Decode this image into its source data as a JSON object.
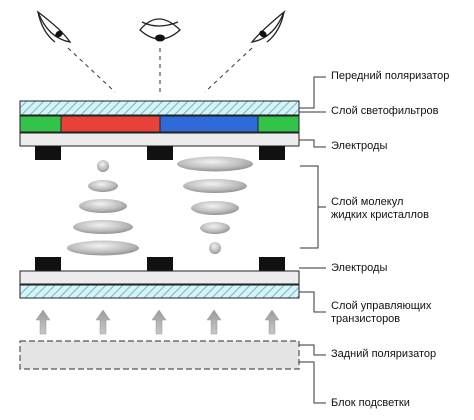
{
  "labels": {
    "front_polarizer": "Передний поляризатор",
    "color_filters": "Слой светофильтров",
    "electrodes_top": "Электроды",
    "liquid_crystals_line1": "Слой молекул",
    "liquid_crystals_line2": "жидких кристаллов",
    "electrodes_bottom": "Электроды",
    "transistors_line1": "Слой управляющих",
    "transistors_line2": "транзисторов",
    "rear_polarizer": "Задний поляризатор",
    "backlight": "Блок подсветки"
  },
  "icons": {
    "viewer_eyes": [
      "eye-icon",
      "eye-icon",
      "eye-icon"
    ],
    "light_arrows": [
      "arrow-up-icon",
      "arrow-up-icon",
      "arrow-up-icon",
      "arrow-up-icon",
      "arrow-up-icon"
    ]
  },
  "colors": {
    "red_filter": "#e8413a",
    "green_filter": "#33c24a",
    "blue_filter": "#2e6bd8",
    "hatch": "#6fc7d3",
    "molecule": "#b8b8b8",
    "electrode": "#111111"
  }
}
